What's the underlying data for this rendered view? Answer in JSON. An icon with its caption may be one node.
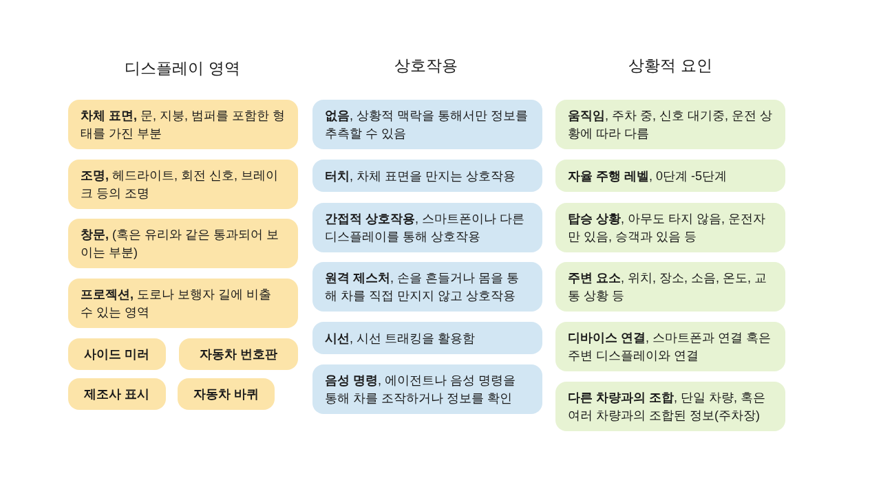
{
  "diagram": {
    "nodes": [
      {
        "text": [
          "**차체 표면,** 문, 지붕, 범퍼를 포함한 형태를 가진 부분"
        ]
      },
      {
        "text": [
          "**조명,** 헤드라이트, 회전 신호, 브레이크 등의 조명"
        ]
      },
      {
        "text": [
          "**창문,** (혹은 유리와 같은 통과되어 보이는 부분)"
        ]
      },
      {
        "text": [
          "**프로젝션,** 도로나 보행자 길에 비출 수 있는 영역"
        ]
      },
      {
        "text": [
          "사이드 미러"
        ]
      },
      {
        "text": [
          "자동차 번호판"
        ]
      },
      {
        "text": [
          "제조사 표시"
        ]
      },
      {
        "text": [
          "자동차 바퀴"
        ]
      },
      {
        "text": [
          "**없음**, 상황적 맥락을 통해서만 정보를 추측할 수 있음"
        ]
      },
      {
        "text": [
          "**터치**, 차체 표면을 만지는 상호작용"
        ]
      },
      {
        "text": [
          "**간접적 상호작용**, 스마트폰이나 다른 디스플레이를 통해 상호작용"
        ]
      },
      {
        "text": [
          "**원격 제스처**, 손을 흔들거나 몸을 통해 차를 직접 만지지 않고 상호작용"
        ]
      },
      {
        "text": [
          "**시선**, 시선 트래킹을 활용함"
        ]
      },
      {
        "text": [
          "**음성 명령**, 에이전트나 음성 명령을 통해 차를 조작하거나 정보를 확인"
        ]
      },
      {
        "text": [
          "**움직임**, 주차 중, 신호 대기중, 운전 상황에 따라 다름"
        ]
      },
      {
        "text": [
          "**자율 주행 레벨**, 0단계 -5단계"
        ]
      },
      {
        "text": [
          "**탑승 상황**, 아무도 타지 않음, 운전자만 있음, 승객과 있음 등"
        ]
      },
      {
        "text": [
          "**주변 요소**, 위치, 장소, 소음, 온도, 교통 상황 등"
        ]
      },
      {
        "text": [
          "**디바이스 연결**, 스마트폰과 연결 혹은 주변 디스플레이와 연결"
        ]
      },
      {
        "text": [
          "**다른 차량과의 조합**, 단일 차량, 혹은 여러 차량과의 조합된 정보(주차장)"
        ]
      }
    ],
    "labels": [
      "디스플레이 영역",
      "상호작용",
      "상황적 요인"
    ]
  }
}
